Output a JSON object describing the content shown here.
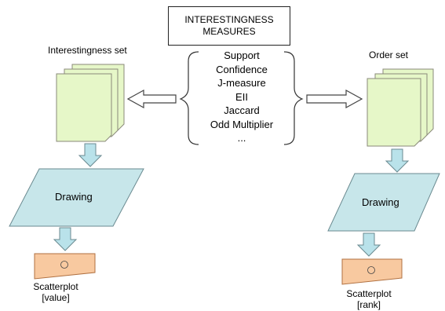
{
  "title": {
    "line1": "INTERESTINGNESS",
    "line2": "MEASURES"
  },
  "measures": [
    "Support",
    "Confidence",
    "J-measure",
    "EII",
    "Jaccard",
    "Odd Multiplier",
    "..."
  ],
  "left": {
    "set_label": "Interestingness set",
    "process_label": "Drawing",
    "output_label_line1": "Scatterplot",
    "output_label_line2": "[value]"
  },
  "right": {
    "set_label": "Order set",
    "process_label": "Drawing",
    "output_label_line1": "Scatterplot",
    "output_label_line2": "[rank]"
  },
  "colors": {
    "document_fill": "#e6f7c8",
    "document_stroke": "#8a8a7a",
    "parallelogram_fill": "#c7e6ea",
    "arrow_fill": "#b9e2ea",
    "output_fill": "#f8c9a0",
    "output_stroke": "#b07040",
    "stroke": "#555555"
  }
}
